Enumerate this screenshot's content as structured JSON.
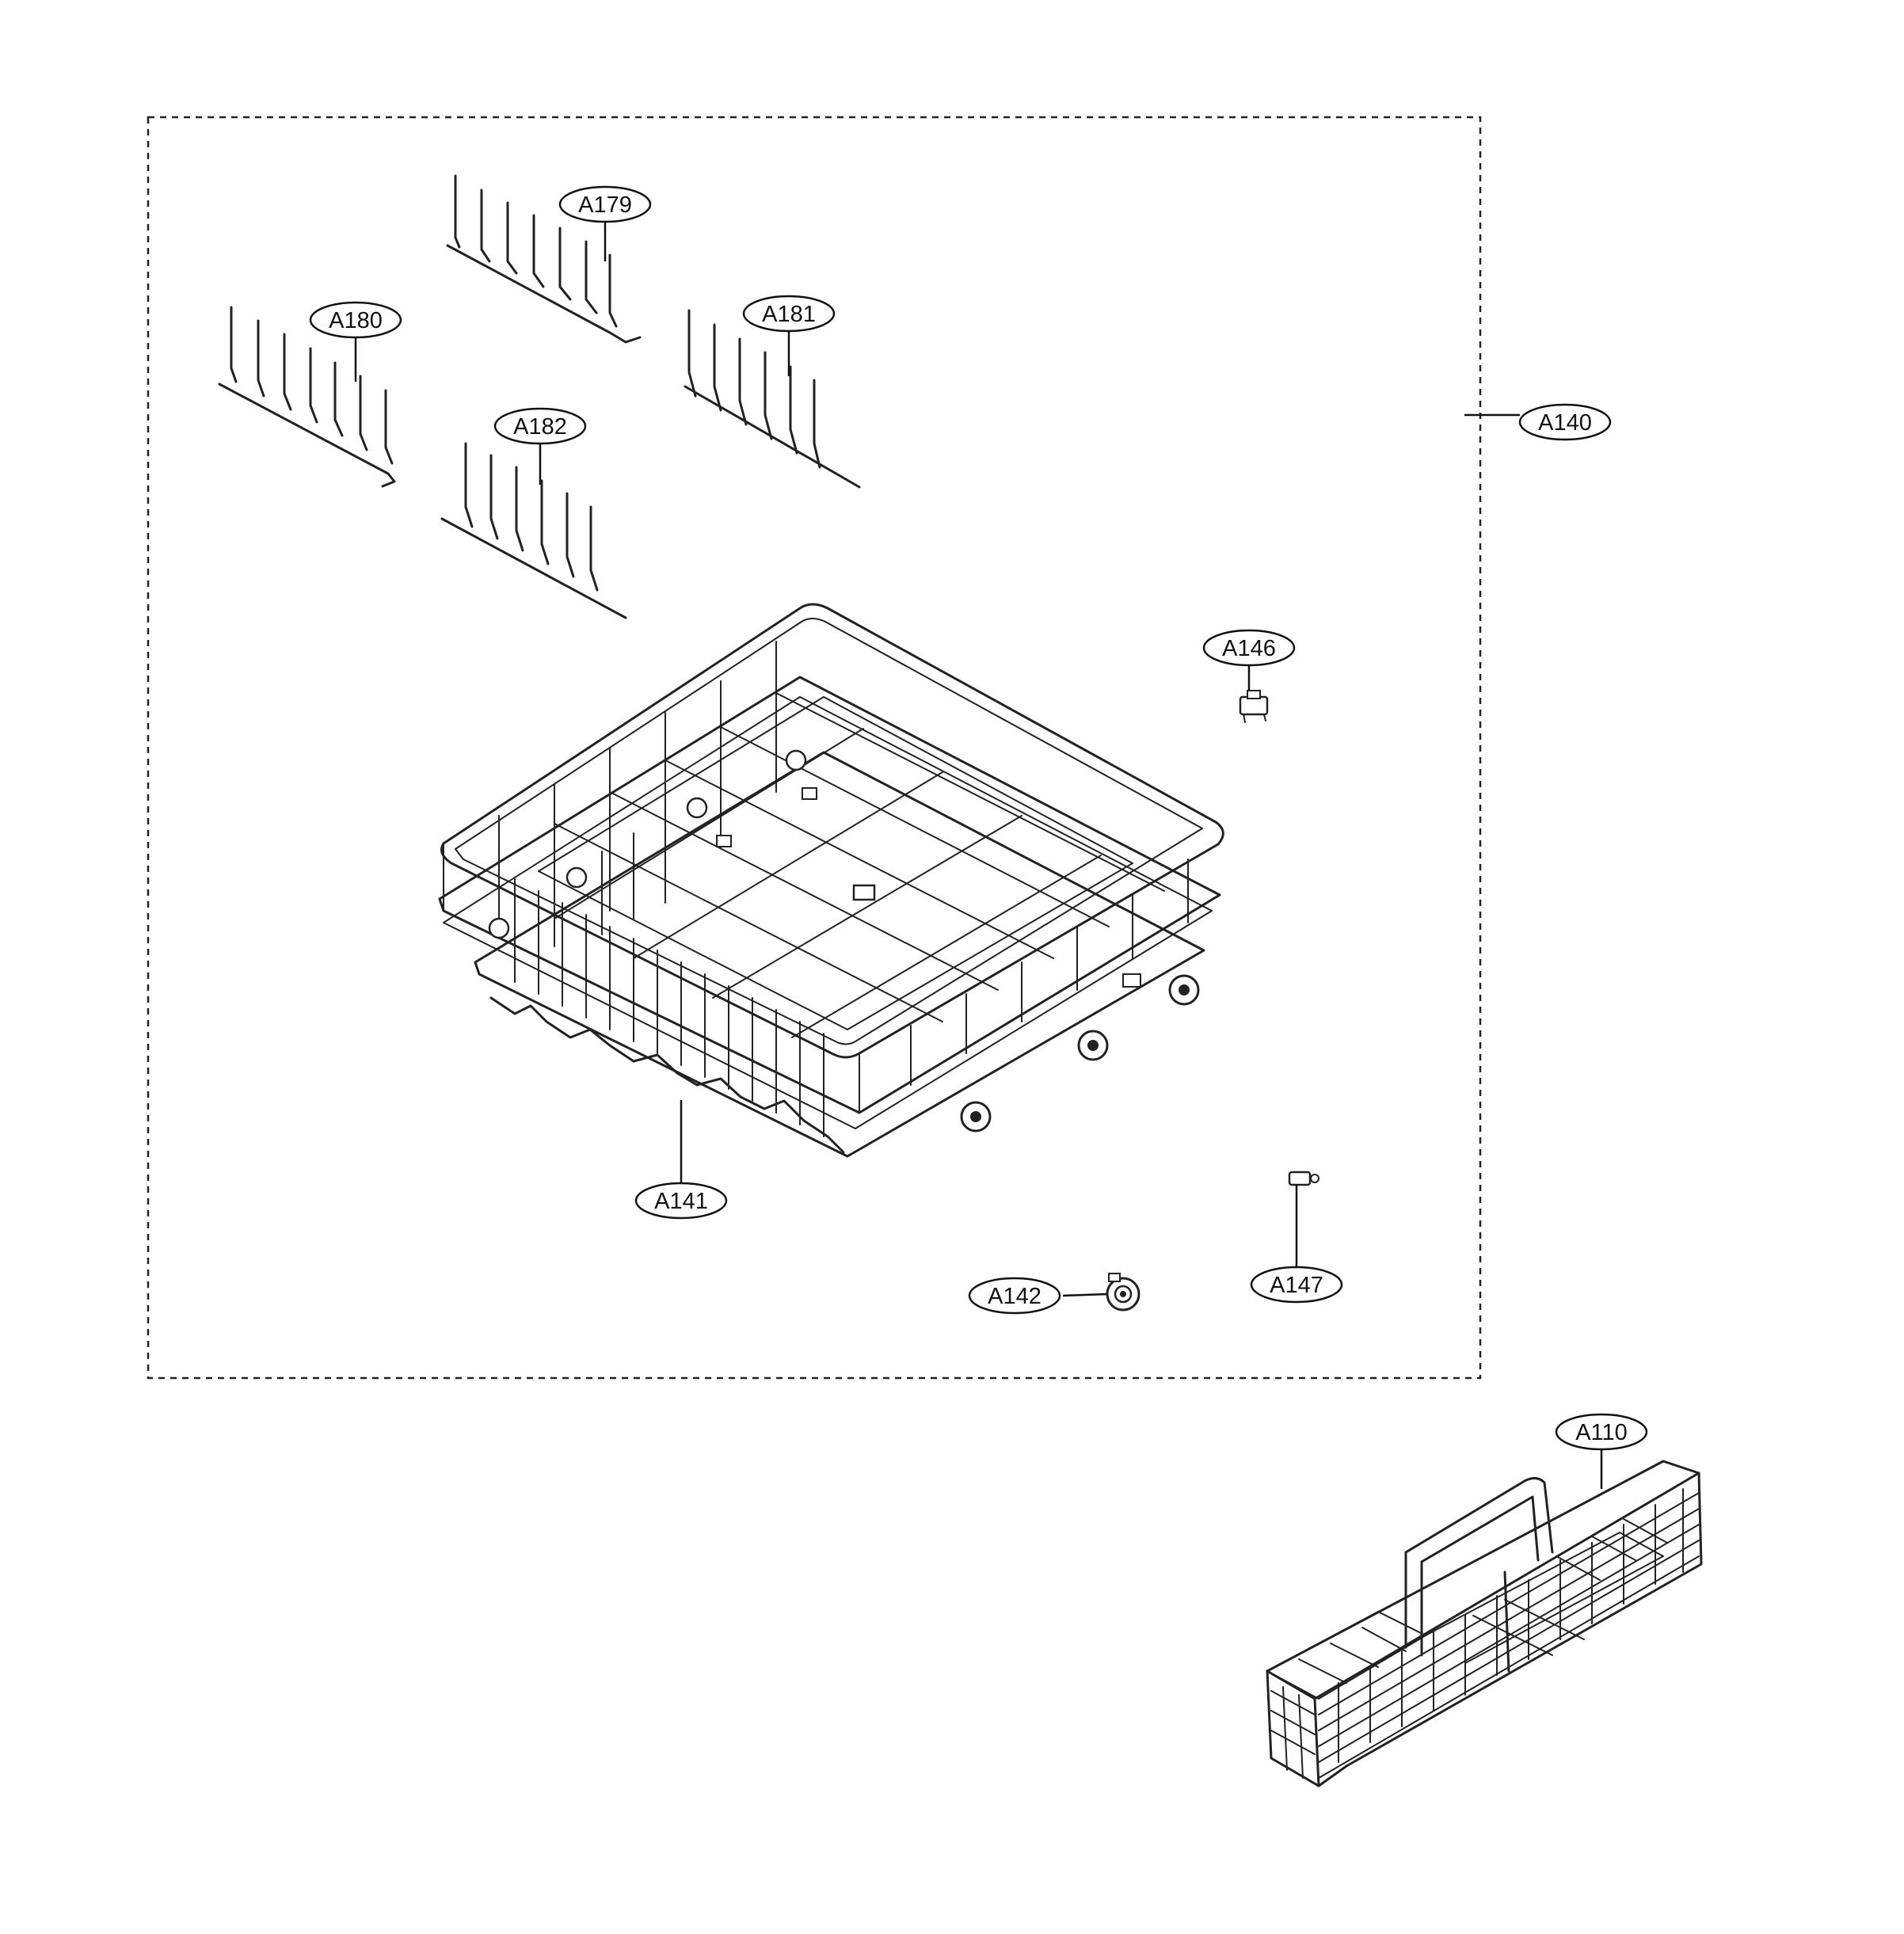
{
  "diagram": {
    "group_label": "A140",
    "callouts": {
      "tine_row_back": "A179",
      "tine_row_left": "A180",
      "tine_row_right": "A181",
      "tine_row_front": "A182",
      "lower_rack": "A141",
      "rack_clip": "A146",
      "rack_wheel": "A142",
      "wheel_axle_clip": "A147",
      "cutlery_basket": "A110"
    }
  }
}
